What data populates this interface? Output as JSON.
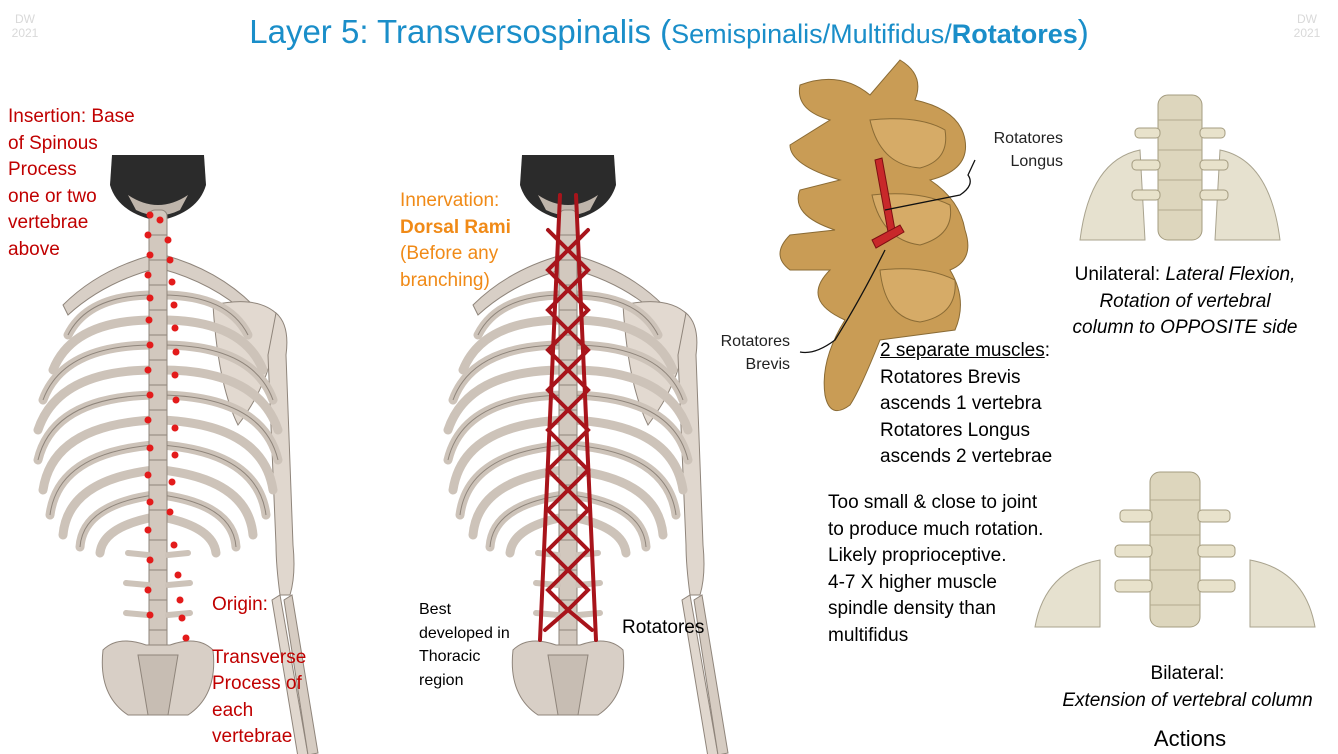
{
  "watermark": {
    "left": [
      "DW",
      "2021"
    ],
    "right": [
      "DW",
      "2021"
    ]
  },
  "title": {
    "main": "Layer 5: Transversospinalis (",
    "sub1": "Semispinalis/Multifidus/",
    "sub_bold": "Rotatores",
    "close": ")"
  },
  "insertion": {
    "lines": [
      "Insertion: Base",
      "of Spinous",
      "Process",
      "one or two",
      "vertebrae",
      "above"
    ]
  },
  "origin": {
    "label": "Origin:",
    "lines": [
      "Transverse",
      "Process of",
      "each",
      "vertebrae"
    ]
  },
  "innervation": {
    "label": "Innervation:",
    "bold": "Dorsal Rami",
    "lines": [
      "(Before any",
      "branching)"
    ]
  },
  "best_developed": {
    "lines": [
      "Best",
      "developed in",
      "Thoracic",
      "region"
    ]
  },
  "rotatores_label": "Rotatores",
  "callouts": {
    "longus": [
      "Rotatores",
      "Longus"
    ],
    "brevis": [
      "Rotatores",
      "Brevis"
    ]
  },
  "muscles": {
    "heading": "2 separate muscles",
    "colon": ":",
    "lines": [
      "Rotatores Brevis",
      "ascends 1 vertebra",
      "Rotatores Longus",
      "ascends 2 vertebrae"
    ]
  },
  "note": {
    "lines": [
      "Too small  & close to joint",
      "to produce much rotation.",
      "Likely proprioceptive.",
      "4-7 X higher muscle",
      "spindle density than",
      "multifidus"
    ]
  },
  "unilateral": {
    "label": "Unilateral: ",
    "italic_lines": [
      "Lateral Flexion,",
      "Rotation of vertebral",
      "column to OPPOSITE side"
    ]
  },
  "bilateral": {
    "label": "Bilateral:",
    "italic": "Extension of vertebral column"
  },
  "actions_label": "Actions",
  "colors": {
    "title": "#1a8ec9",
    "red": "#c00000",
    "orange": "#f08a17",
    "bone": "#d8cfc6",
    "muscle": "#a8141b",
    "vertebra_tan": "#c99c55"
  }
}
